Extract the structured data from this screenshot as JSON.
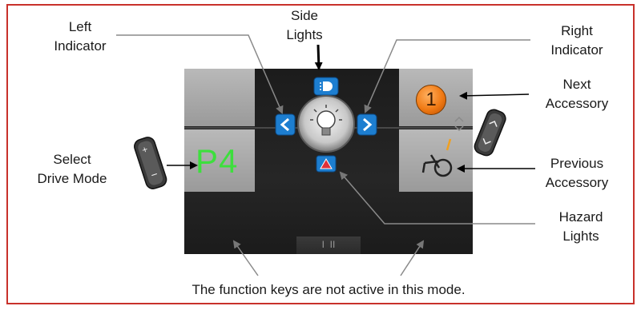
{
  "labels": {
    "side_lights": "Side\nLights",
    "left_indicator": "Left\nIndicator",
    "right_indicator": "Right\nIndicator",
    "next_accessory": "Next\nAccessory",
    "select_drive_mode": "Select\nDrive Mode",
    "previous_accessory": "Previous\nAccessory",
    "hazard_lights": "Hazard\nLights",
    "function_keys_note": "The function keys are not active in this mode."
  },
  "display": {
    "drive_mode": "P4",
    "accessory_number": "1",
    "function_key_marks": "I  II"
  },
  "colors": {
    "border": "#c8312b",
    "drive_mode_text": "#3ddf3d",
    "accessory_badge": "#f07a14",
    "nav_arrow_bg": "#1d7ed0",
    "hazard_icon": "#e0303a"
  },
  "icons": [
    "side-lights-icon",
    "left-arrow-icon",
    "right-arrow-icon",
    "light-bulb-icon",
    "hazard-icon",
    "wheelchair-icon",
    "toggle-switch-icon",
    "rocker-switch-icon"
  ]
}
